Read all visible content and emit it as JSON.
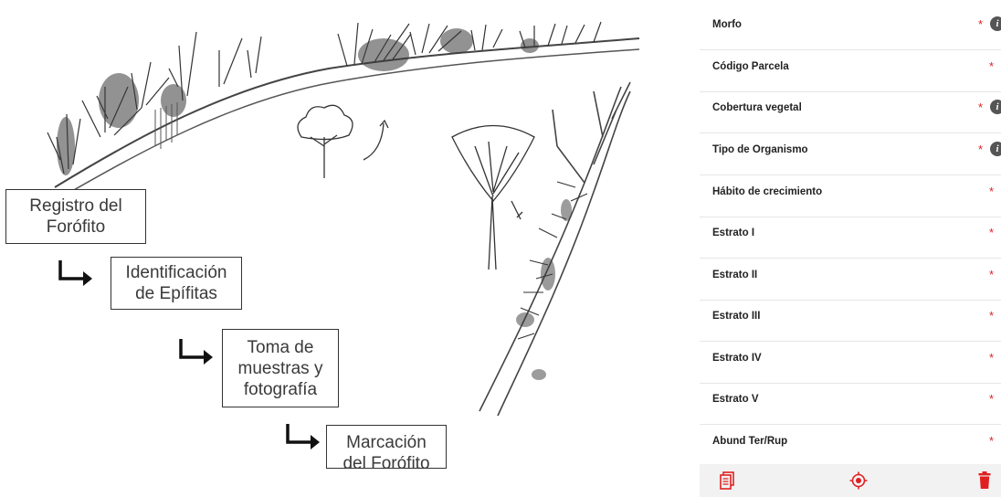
{
  "diagram": {
    "steps": [
      {
        "id": "registro",
        "label": "Registro del\nForófito"
      },
      {
        "id": "identificacion",
        "label": "Identificación\nde Epífitas"
      },
      {
        "id": "toma",
        "label": "Toma de\nmuestras y\nfotografía"
      },
      {
        "id": "marcacion",
        "label": "Marcación\ndel Forófito"
      }
    ]
  },
  "form": {
    "fields": [
      {
        "label": "Morfo",
        "required": "*",
        "info": "i"
      },
      {
        "label": "Código Parcela",
        "required": "*"
      },
      {
        "label": "Cobertura vegetal",
        "required": "*",
        "info": "i"
      },
      {
        "label": "Tipo de Organismo",
        "required": "*",
        "info": "i"
      },
      {
        "label": "Hábito de crecimiento",
        "required": "*"
      },
      {
        "label": "Estrato I",
        "required": "*"
      },
      {
        "label": "Estrato II",
        "required": "*"
      },
      {
        "label": "Estrato III",
        "required": "*"
      },
      {
        "label": "Estrato IV",
        "required": "*"
      },
      {
        "label": "Estrato V",
        "required": "*"
      },
      {
        "label": "Abund Ter/Rup",
        "required": "*"
      }
    ]
  },
  "toolbar": {
    "icons": [
      "document-icon",
      "location-target-icon",
      "trash-icon"
    ],
    "accent": "#e02020"
  }
}
